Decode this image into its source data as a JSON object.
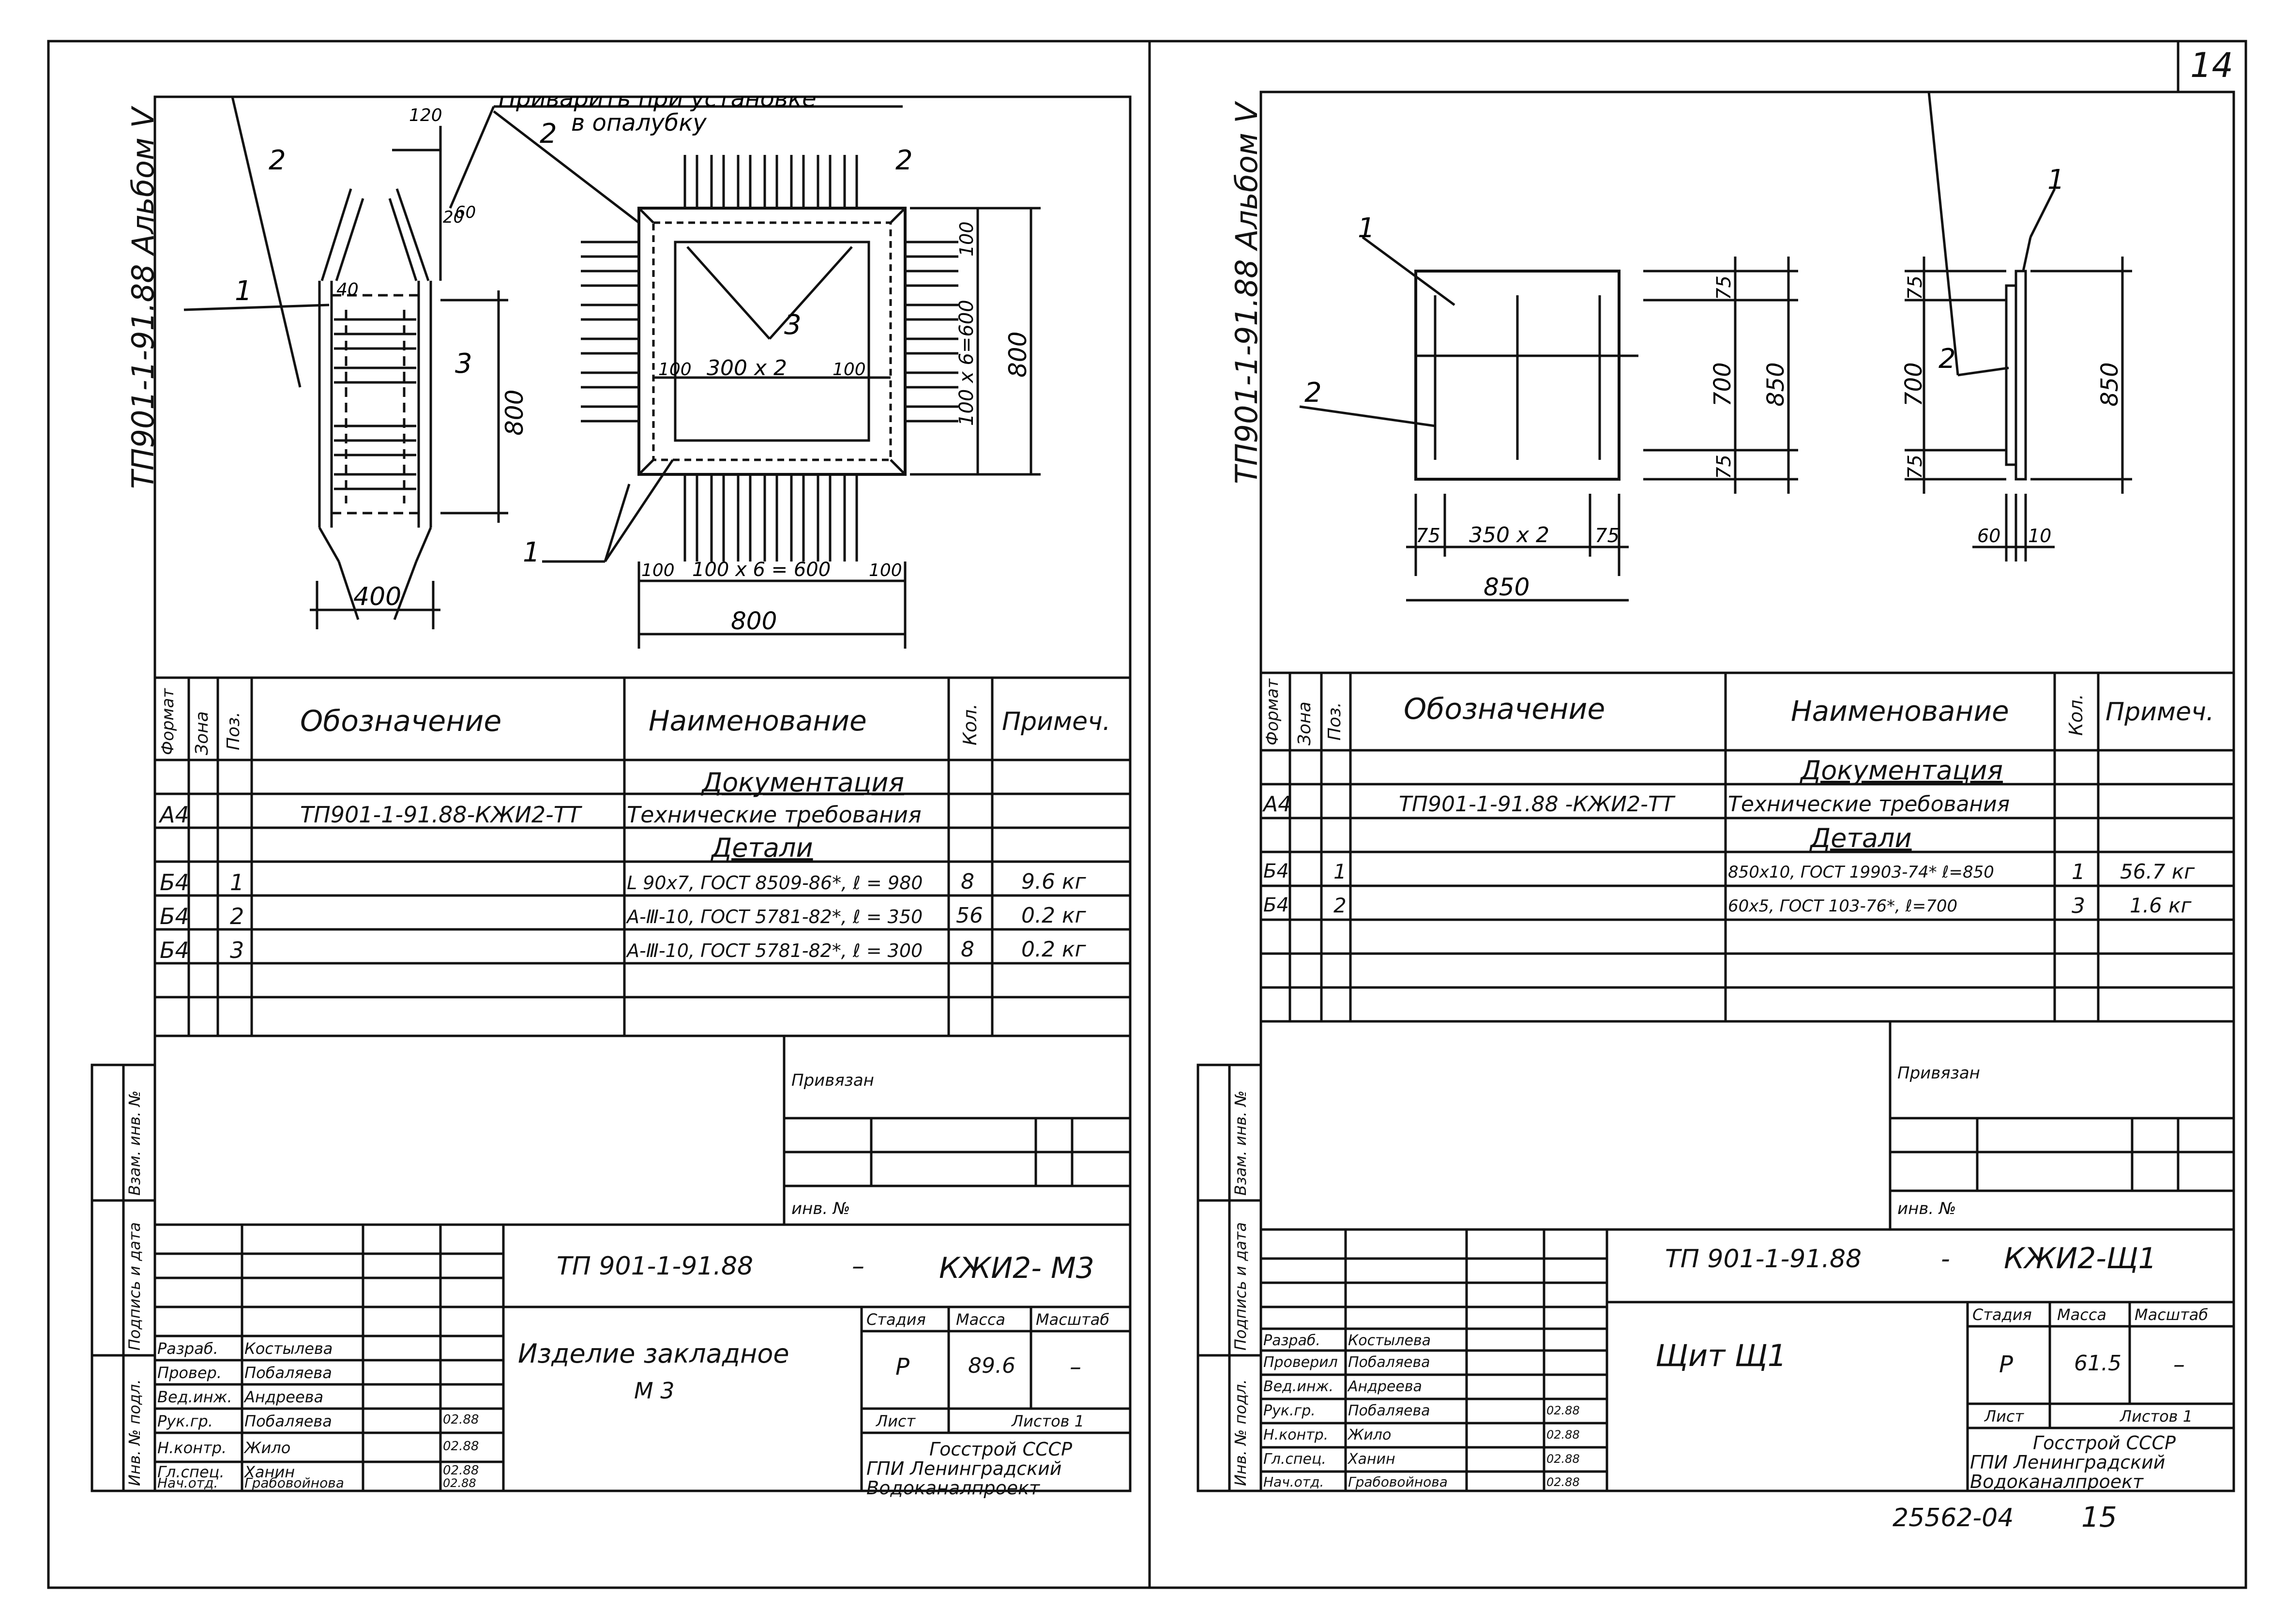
{
  "page_number": "14",
  "bottom_right_code": "25562-04",
  "bottom_right_page": "15",
  "left_sheet": {
    "album_label": "ТП901-1-91.88 Альбом Ⅴ",
    "drawing": {
      "note": "Приварить при установке",
      "note2": "в опалубку",
      "dims": {
        "d120": "120",
        "d20": "20",
        "d60": "60",
        "d40": "40",
        "d800_left": "800",
        "d400": "400",
        "d100_a": "100",
        "d300x2": "300 x 2",
        "d100_b": "100",
        "d100_right": "100",
        "d100x6_right": "100 x 6=600",
        "d800_right": "800",
        "d100_c": "100",
        "d100x6_bottom": "100 x 6 = 600",
        "d100_d": "100",
        "d800_bottom": "800"
      },
      "callouts": {
        "c1a": "1",
        "c2a": "2",
        "c3a": "3",
        "c2b": "2",
        "c2c": "2",
        "c3b": "3",
        "c1b": "1"
      }
    },
    "spec": {
      "headers": {
        "format": "Формат",
        "zone": "Зона",
        "pos": "Поз.",
        "designation": "Обозначение",
        "name": "Наименование",
        "qty": "Кол.",
        "note": "Примеч."
      },
      "section_docs": "Документация",
      "section_parts": "Детали",
      "rows": [
        {
          "format": "А4",
          "zone": "",
          "pos": "",
          "designation": "ТП901-1-91.88-КЖИ2-ТТ",
          "name": "Технические требования",
          "qty": "",
          "note": ""
        },
        {
          "format": "Б4",
          "zone": "",
          "pos": "1",
          "designation": "",
          "name": "L 90x7, ГОСТ 8509-86*, ℓ = 980",
          "qty": "8",
          "note": "9.6 кг"
        },
        {
          "format": "Б4",
          "zone": "",
          "pos": "2",
          "designation": "",
          "name": "А-Ⅲ-10, ГОСТ 5781-82*, ℓ = 350",
          "qty": "56",
          "note": "0.2 кг"
        },
        {
          "format": "Б4",
          "zone": "",
          "pos": "3",
          "designation": "",
          "name": "А-Ⅲ-10, ГОСТ 5781-82*, ℓ = 300",
          "qty": "8",
          "note": "0.2 кг"
        }
      ]
    },
    "privyazan": "Привязан",
    "inv_no": "инв. №",
    "side_labels": {
      "a": "Взам. инв. №",
      "b": "Подпись и дата",
      "c": "Инв. № подл."
    },
    "title_block": {
      "code": "ТП 901-1-91.88",
      "dash": "–",
      "mark": "КЖИ2- М3",
      "product": "Изделие закладное",
      "product2": "М 3",
      "stage_h": "Стадия",
      "mass_h": "Масса",
      "scale_h": "Масштаб",
      "stage": "Р",
      "mass": "89.6",
      "scale": "–",
      "sheet": "Лист",
      "sheets": "Листов 1",
      "org1": "Госстрой СССР",
      "org2": "ГПИ Ленинградский",
      "org3": "Водоканалпроект",
      "roles": [
        {
          "role": "Разраб.",
          "name": "Костылева",
          "date": ""
        },
        {
          "role": "Провер.",
          "name": "Побаляева",
          "date": ""
        },
        {
          "role": "Вед.инж.",
          "name": "Андреева",
          "date": ""
        },
        {
          "role": "Рук.гр.",
          "name": "Побаляева",
          "date": "02.88"
        },
        {
          "role": "Н.контр.",
          "name": "Жило",
          "date": "02.88"
        },
        {
          "role": "Гл.спец.",
          "name": "Ханин",
          "date": "02.88"
        },
        {
          "role": "Нач.отд.",
          "name": "Грабовойнова",
          "date": "02.88"
        }
      ]
    }
  },
  "right_sheet": {
    "album_label": "ТП901-1-91.88 Альбом Ⅴ",
    "drawing": {
      "dims": {
        "d75a": "75",
        "d700": "700",
        "d850v": "850",
        "d75b": "75",
        "d75c": "75",
        "d350x2": "350 x 2",
        "d75d": "75",
        "d850h": "850",
        "d75e": "75",
        "d700b": "700",
        "d850c": "850",
        "d75f": "75",
        "d60": "60",
        "d10": "10"
      },
      "callouts": {
        "c1a": "1",
        "c2a": "2",
        "c1b": "1",
        "c2b": "2"
      }
    },
    "spec": {
      "headers": {
        "format": "Формат",
        "zone": "Зона",
        "pos": "Поз.",
        "designation": "Обозначение",
        "name": "Наименование",
        "qty": "Кол.",
        "note": "Примеч."
      },
      "section_docs": "Документация",
      "section_parts": "Детали",
      "rows": [
        {
          "format": "А4",
          "zone": "",
          "pos": "",
          "designation": "ТП901-1-91.88 -КЖИ2-ТТ",
          "name": "Технические требования",
          "qty": "",
          "note": ""
        },
        {
          "format": "Б4",
          "zone": "",
          "pos": "1",
          "designation": "",
          "name": "850x10, ГОСТ 19903-74* ℓ=850",
          "qty": "1",
          "note": "56.7 кг"
        },
        {
          "format": "Б4",
          "zone": "",
          "pos": "2",
          "designation": "",
          "name": "60x5, ГОСТ 103-76*, ℓ=700",
          "qty": "3",
          "note": "1.6 кг"
        }
      ]
    },
    "privyazan": "Привязан",
    "inv_no": "инв. №",
    "side_labels": {
      "a": "Взам. инв. №",
      "b": "Подпись и дата",
      "c": "Инв. № подл."
    },
    "title_block": {
      "code": "ТП 901-1-91.88",
      "dash": "-",
      "mark": "КЖИ2-Щ1",
      "product": "Щит Щ1",
      "stage_h": "Стадия",
      "mass_h": "Масса",
      "scale_h": "Масштаб",
      "stage": "Р",
      "mass": "61.5",
      "scale": "–",
      "sheet": "Лист",
      "sheets": "Листов 1",
      "org1": "Госстрой СССР",
      "org2": "ГПИ Ленинградский",
      "org3": "Водоканалпроект",
      "roles": [
        {
          "role": "Разраб.",
          "name": "Костылева",
          "date": ""
        },
        {
          "role": "Проверил",
          "name": "Побаляева",
          "date": ""
        },
        {
          "role": "Вед.инж.",
          "name": "Андреева",
          "date": ""
        },
        {
          "role": "Рук.гр.",
          "name": "Побаляева",
          "date": "02.88"
        },
        {
          "role": "Н.контр.",
          "name": "Жило",
          "date": "02.88"
        },
        {
          "role": "Гл.спец.",
          "name": "Ханин",
          "date": "02.88"
        },
        {
          "role": "Нач.отд.",
          "name": "Грабовойнова",
          "date": "02.88"
        }
      ]
    }
  }
}
